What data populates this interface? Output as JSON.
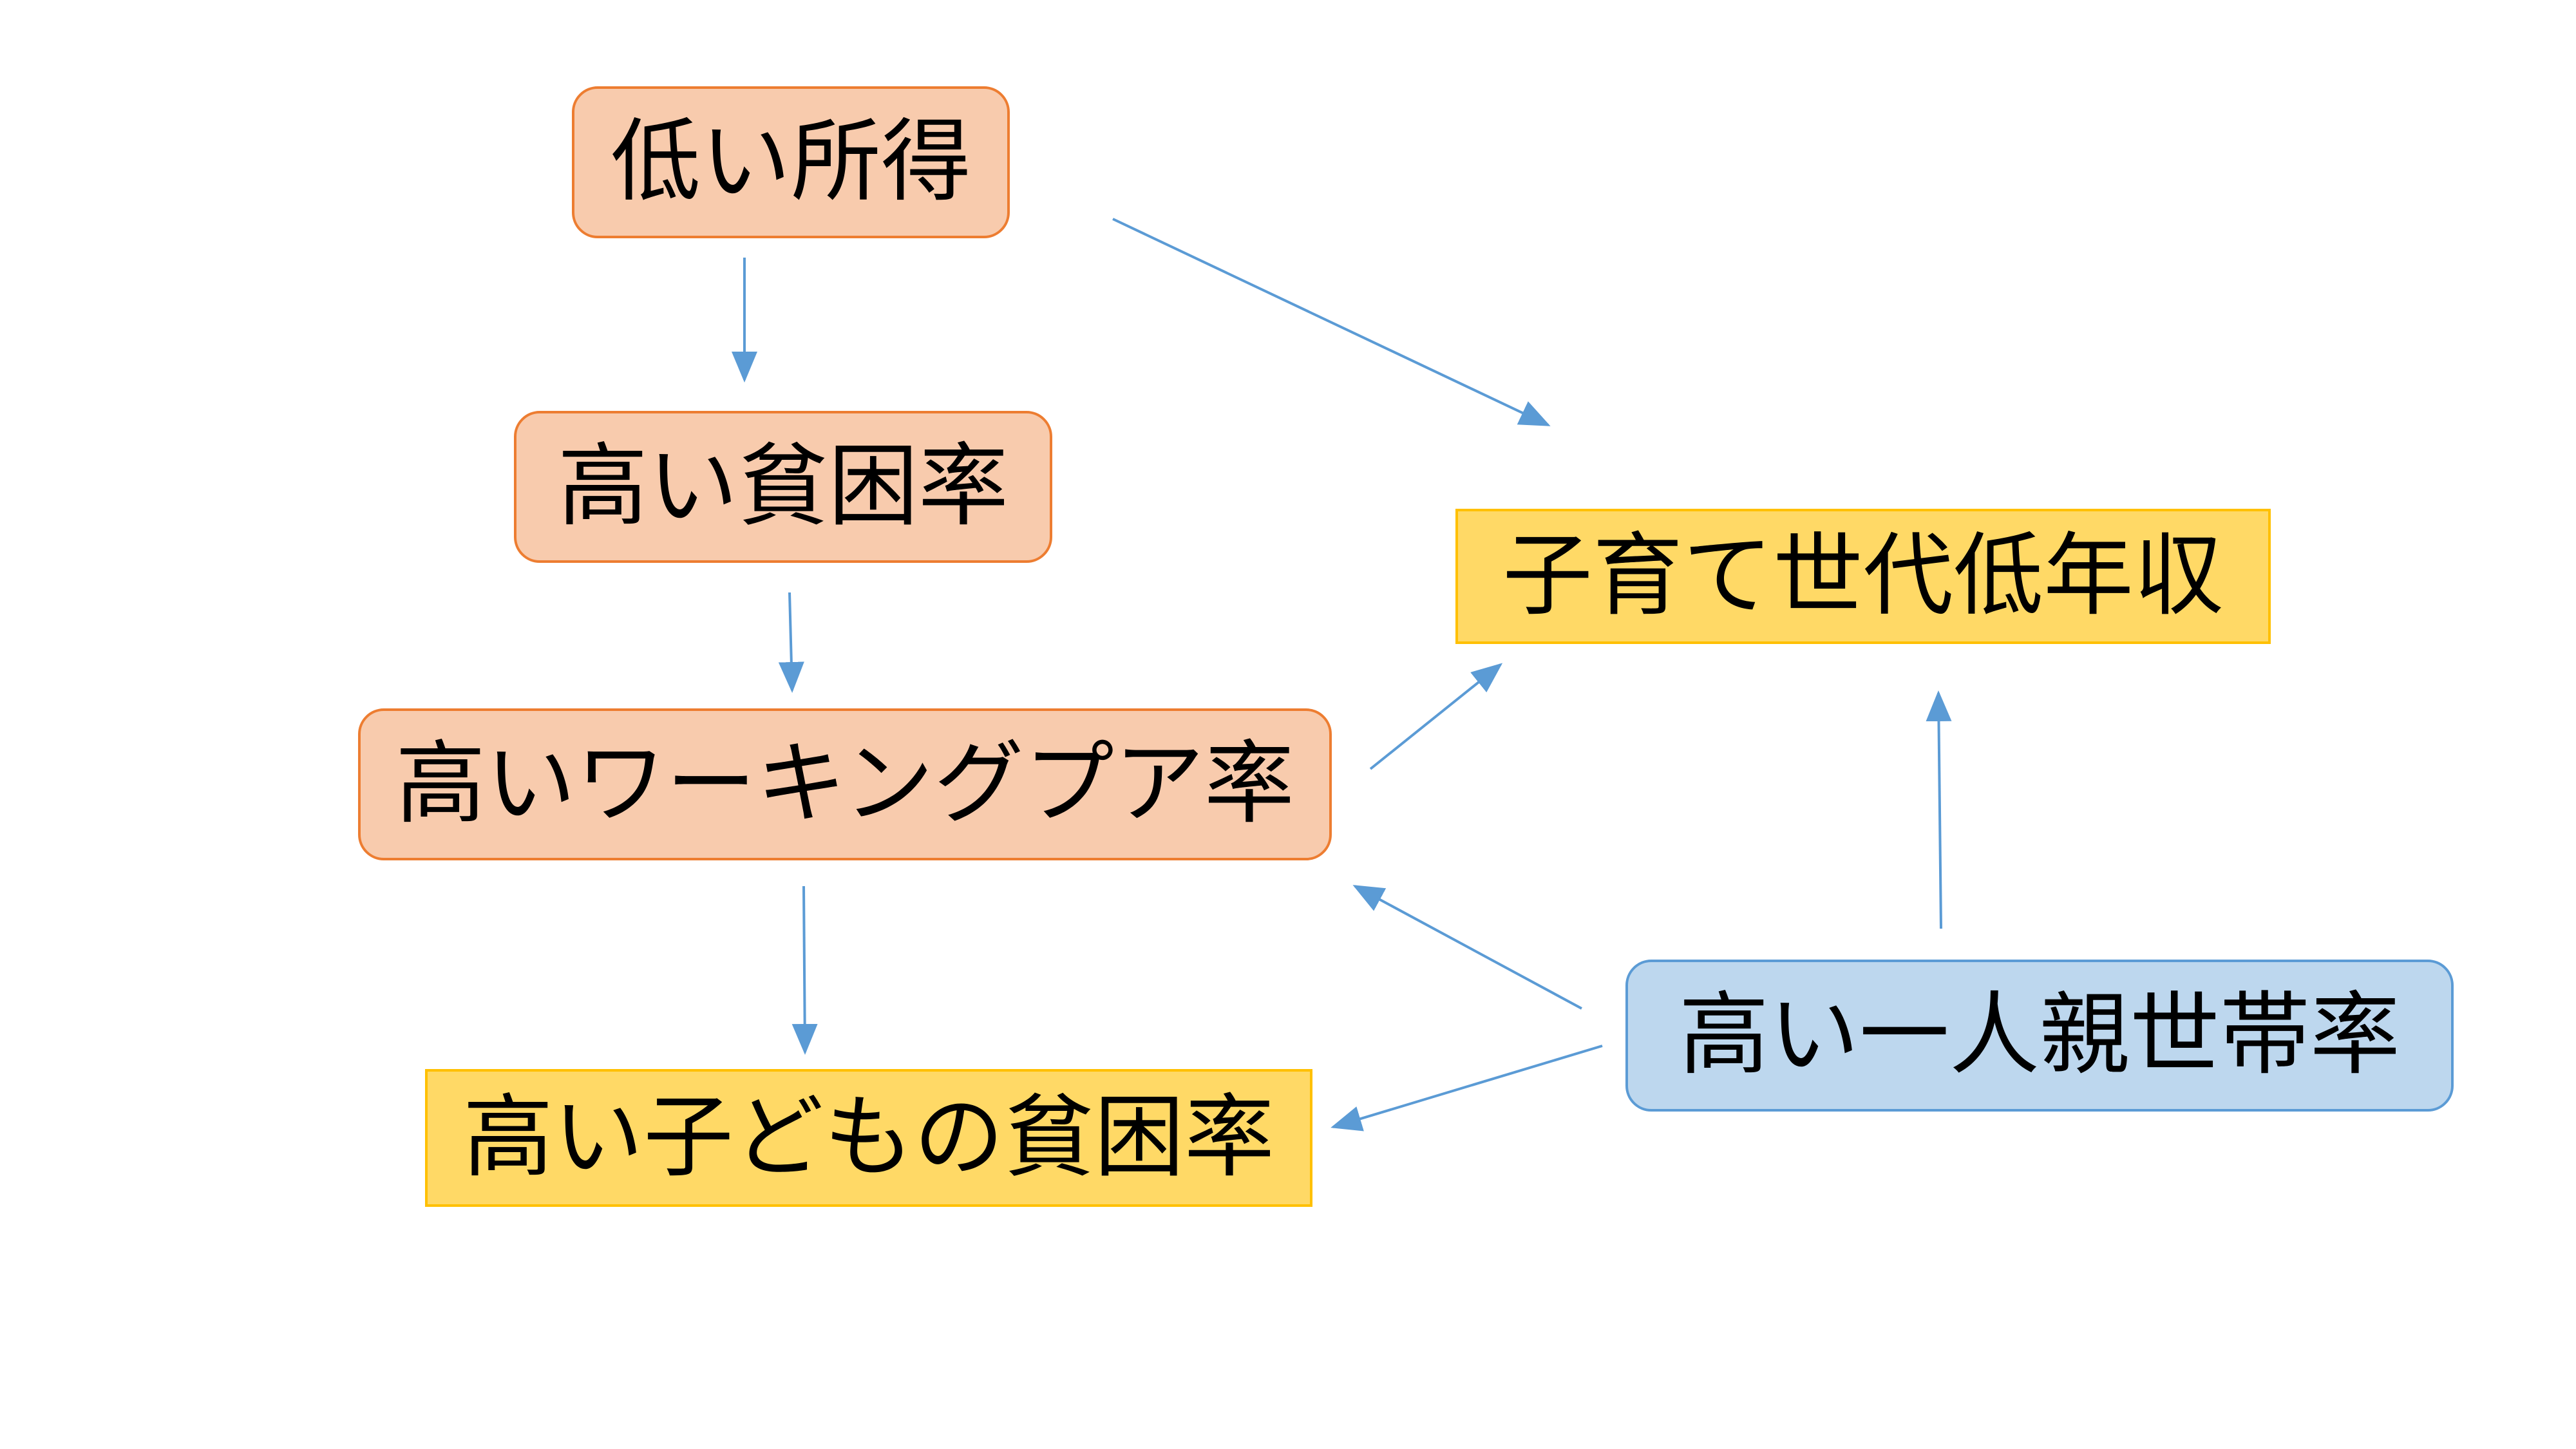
{
  "colors": {
    "orange_fill": "#F8CBAD",
    "orange_border": "#ED7D31",
    "yellow_fill": "#FFD966",
    "yellow_border": "#FFC000",
    "blue_fill": "#BDD7EE",
    "blue_border": "#5B9BD5",
    "arrow": "#5B9BD5"
  },
  "nodes": {
    "low_income": "低い所得",
    "high_poverty": "高い貧困率",
    "working_poor": "高いワーキングプア率",
    "child_poverty": "高い子どもの貧困率",
    "child_rearing_low_income": "子育て世代低年収",
    "single_parent": "高い一人親世帯率"
  },
  "edges": [
    {
      "from": "low_income",
      "to": "high_poverty"
    },
    {
      "from": "low_income",
      "to": "child_rearing_low_income"
    },
    {
      "from": "high_poverty",
      "to": "working_poor"
    },
    {
      "from": "working_poor",
      "to": "child_rearing_low_income"
    },
    {
      "from": "working_poor",
      "to": "child_poverty"
    },
    {
      "from": "single_parent",
      "to": "working_poor"
    },
    {
      "from": "single_parent",
      "to": "child_poverty"
    },
    {
      "from": "single_parent",
      "to": "child_rearing_low_income"
    }
  ]
}
